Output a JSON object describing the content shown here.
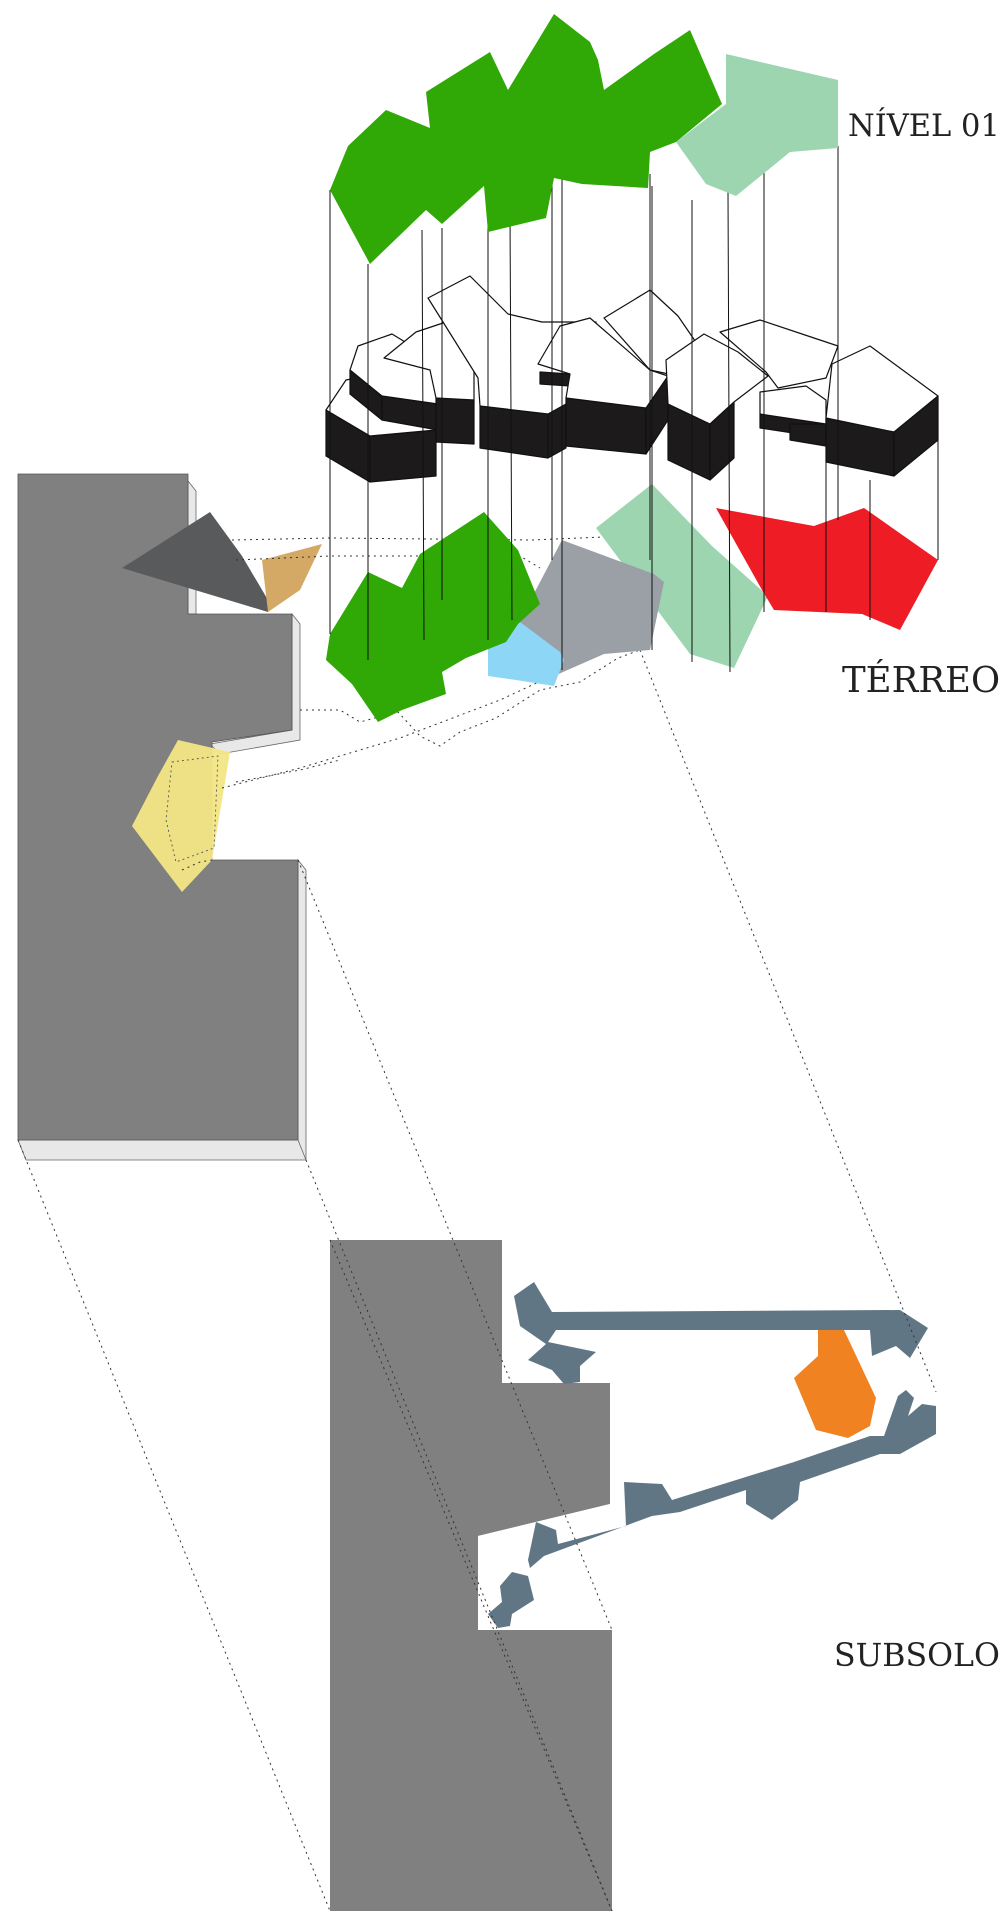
{
  "labels": {
    "nivel01": "NÍVEL 01",
    "terreo": "TÉRREO",
    "subsolo": "SUBSOLO"
  },
  "colors": {
    "dark_green": "#30a806",
    "light_green": "#9dd5b0",
    "red": "#ee1c25",
    "grey_site": "#808080",
    "dark_grey": "#595a5c",
    "tan": "#d3a965",
    "light_blue": "#8ed6f5",
    "slate_grey": "#9ba0a7",
    "yellow": "#f3e685",
    "slate_blue": "#617684",
    "orange": "#f08222",
    "block_black": "#1c1a1b"
  }
}
